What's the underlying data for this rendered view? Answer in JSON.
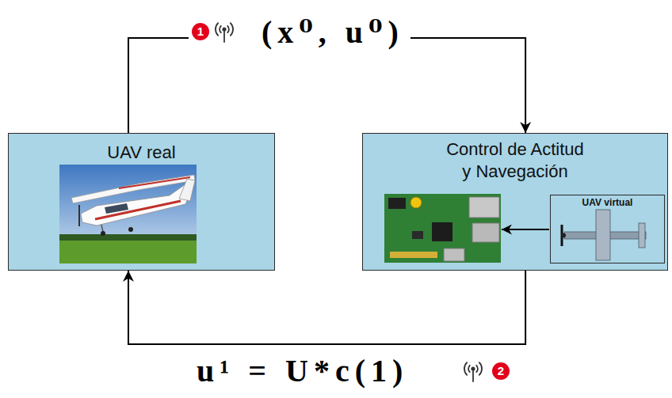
{
  "diagram": {
    "nodes": [
      {
        "text": [
          "UAV real"
        ]
      },
      {
        "text": [
          "Control de Actitud y Navegación"
        ]
      },
      {
        "text": [
          "UAV virtual"
        ],
        "in": 1
      }
    ],
    "edges": [
      {
        "from": 0,
        "to": 1,
        "arrow": "to",
        "label": "(x⁰, u⁰)"
      },
      {
        "from": 1,
        "to": 0,
        "arrow": "to",
        "label": "u¹ = U*c(1)"
      }
    ],
    "labels": [
      "1",
      "2"
    ]
  }
}
